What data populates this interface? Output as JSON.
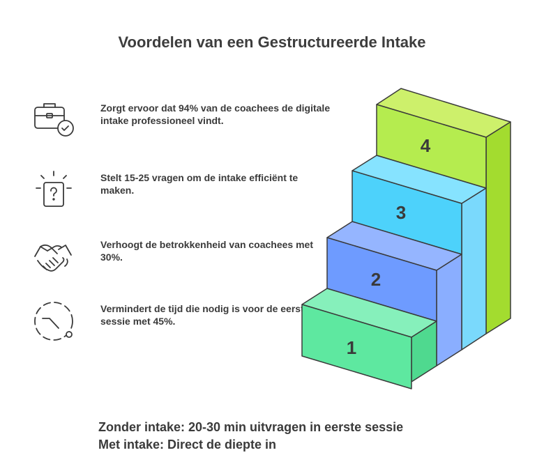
{
  "title": "Voordelen van een Gestructureerde Intake",
  "benefits": [
    {
      "text": "Zorgt ervoor dat 94% van de coachees de digitale intake professioneel vindt.",
      "icon": "briefcase-check-icon"
    },
    {
      "text": "Stelt 15-25 vragen om de intake efficiënt te maken.",
      "icon": "question-box-icon"
    },
    {
      "text": "Verhoogt de betrokkenheid van coachees met 30%.",
      "icon": "handshake-icon"
    },
    {
      "text": "Vermindert de tijd die nodig is voor de eerste sessie met 45%.",
      "icon": "timer-icon"
    }
  ],
  "steps": [
    {
      "label": "1",
      "color": "#5ee8a0"
    },
    {
      "label": "2",
      "color": "#6e9bff"
    },
    {
      "label": "3",
      "color": "#4dd2fb"
    },
    {
      "label": "4",
      "color": "#b5ec4f"
    }
  ],
  "bottom": {
    "line1": "Zonder intake: 20-30 min uitvragen in eerste sessie",
    "line2": "Met intake: Direct de diepte in"
  }
}
